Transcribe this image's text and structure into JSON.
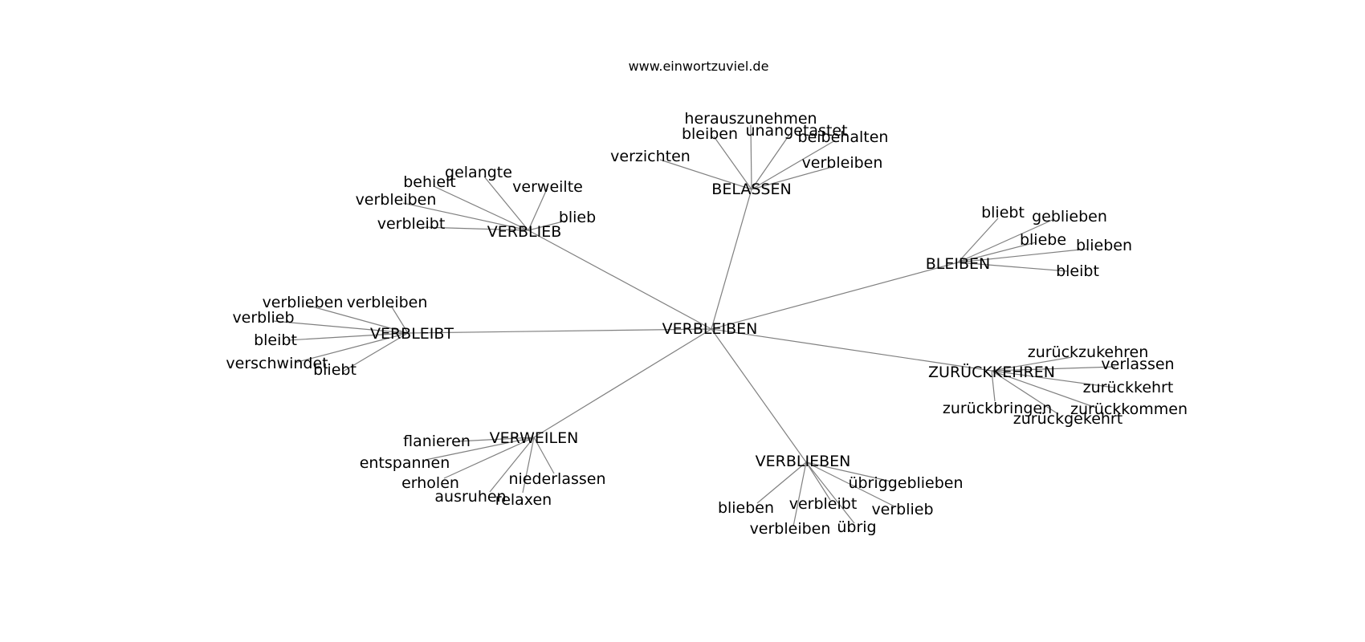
{
  "header": {
    "site": "www.einwortzuviel.de"
  },
  "graph": {
    "root": "VERBLEIBEN",
    "clusters": [
      {
        "hub": "BELASSEN",
        "leaves": [
          "herauszunehmen",
          "bleiben",
          "unangetastet",
          "beibehalten",
          "verzichten",
          "verbleiben"
        ]
      },
      {
        "hub": "VERBLIEB",
        "leaves": [
          "gelangte",
          "behielt",
          "verweilte",
          "verbleiben",
          "blieb",
          "verbleibt"
        ]
      },
      {
        "hub": "BLEIBEN",
        "leaves": [
          "bliebt",
          "geblieben",
          "bliebe",
          "blieben",
          "bleibt"
        ]
      },
      {
        "hub": "VERBLEIBT",
        "leaves": [
          "verblieben",
          "verbleiben",
          "verblieb",
          "bleibt",
          "verschwindet",
          "bliebt"
        ]
      },
      {
        "hub": "ZURÜCKKEHREN",
        "leaves": [
          "zurückzukehren",
          "verlassen",
          "zurückkehrt",
          "zurückbringen",
          "zurückkommen",
          "zurückgekehrt"
        ]
      },
      {
        "hub": "VERWEILEN",
        "leaves": [
          "flanieren",
          "entspannen",
          "erholen",
          "niederlassen",
          "ausruhen",
          "relaxen"
        ]
      },
      {
        "hub": "VERBLIEBEN",
        "leaves": [
          "übriggeblieben",
          "blieben",
          "verbleibt",
          "verblieb",
          "verbleiben",
          "übrig"
        ]
      }
    ]
  }
}
